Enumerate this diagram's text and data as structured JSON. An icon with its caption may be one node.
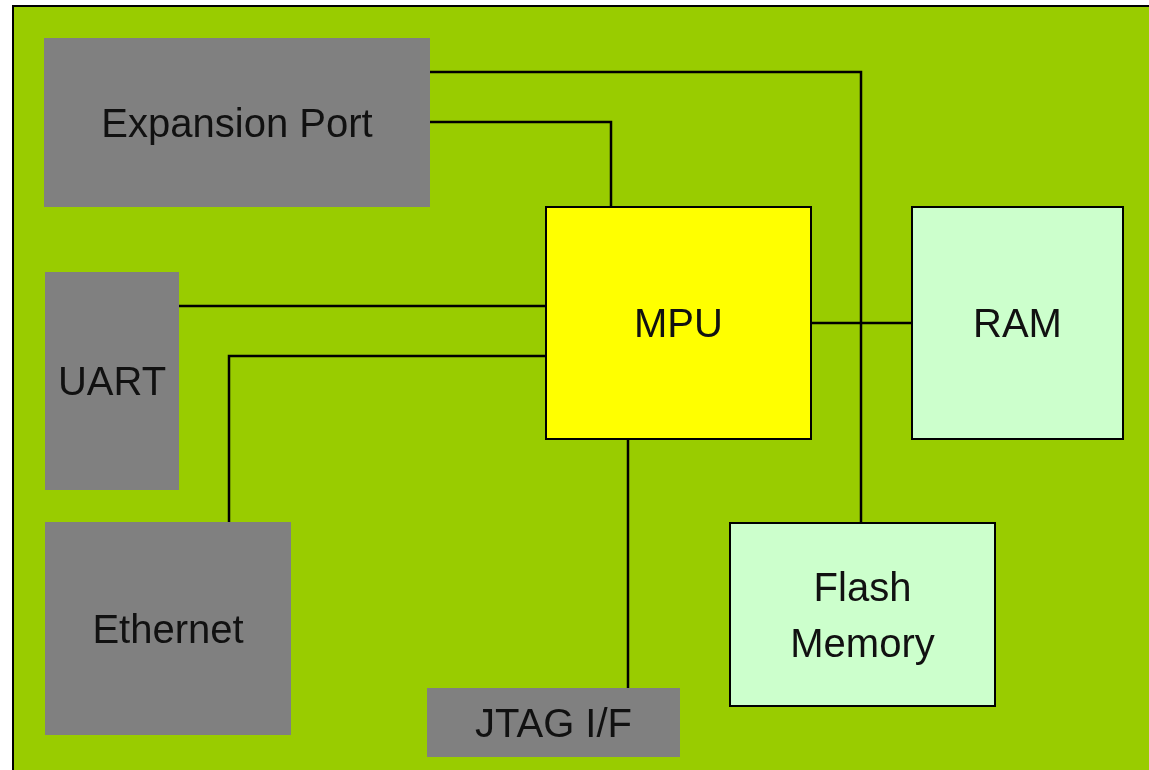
{
  "diagram": {
    "nodes": [
      {
        "text": [
          "Expansion Port"
        ]
      },
      {
        "text": [
          "MPU"
        ]
      },
      {
        "text": [
          "RAM"
        ]
      },
      {
        "text": [
          "UART"
        ]
      },
      {
        "text": [
          "Ethernet"
        ]
      },
      {
        "text": [
          "Flash Memory"
        ]
      },
      {
        "text": [
          "JTAG I/F"
        ]
      }
    ],
    "edges": [
      {
        "from": 0,
        "to": 5,
        "arrow": "none"
      },
      {
        "from": 0,
        "to": 1,
        "arrow": "none"
      },
      {
        "from": 3,
        "to": 1,
        "arrow": "none"
      },
      {
        "from": 4,
        "to": 1,
        "arrow": "none"
      },
      {
        "from": 1,
        "to": 2,
        "arrow": "none"
      },
      {
        "from": 1,
        "to": 6,
        "arrow": "none"
      }
    ]
  }
}
